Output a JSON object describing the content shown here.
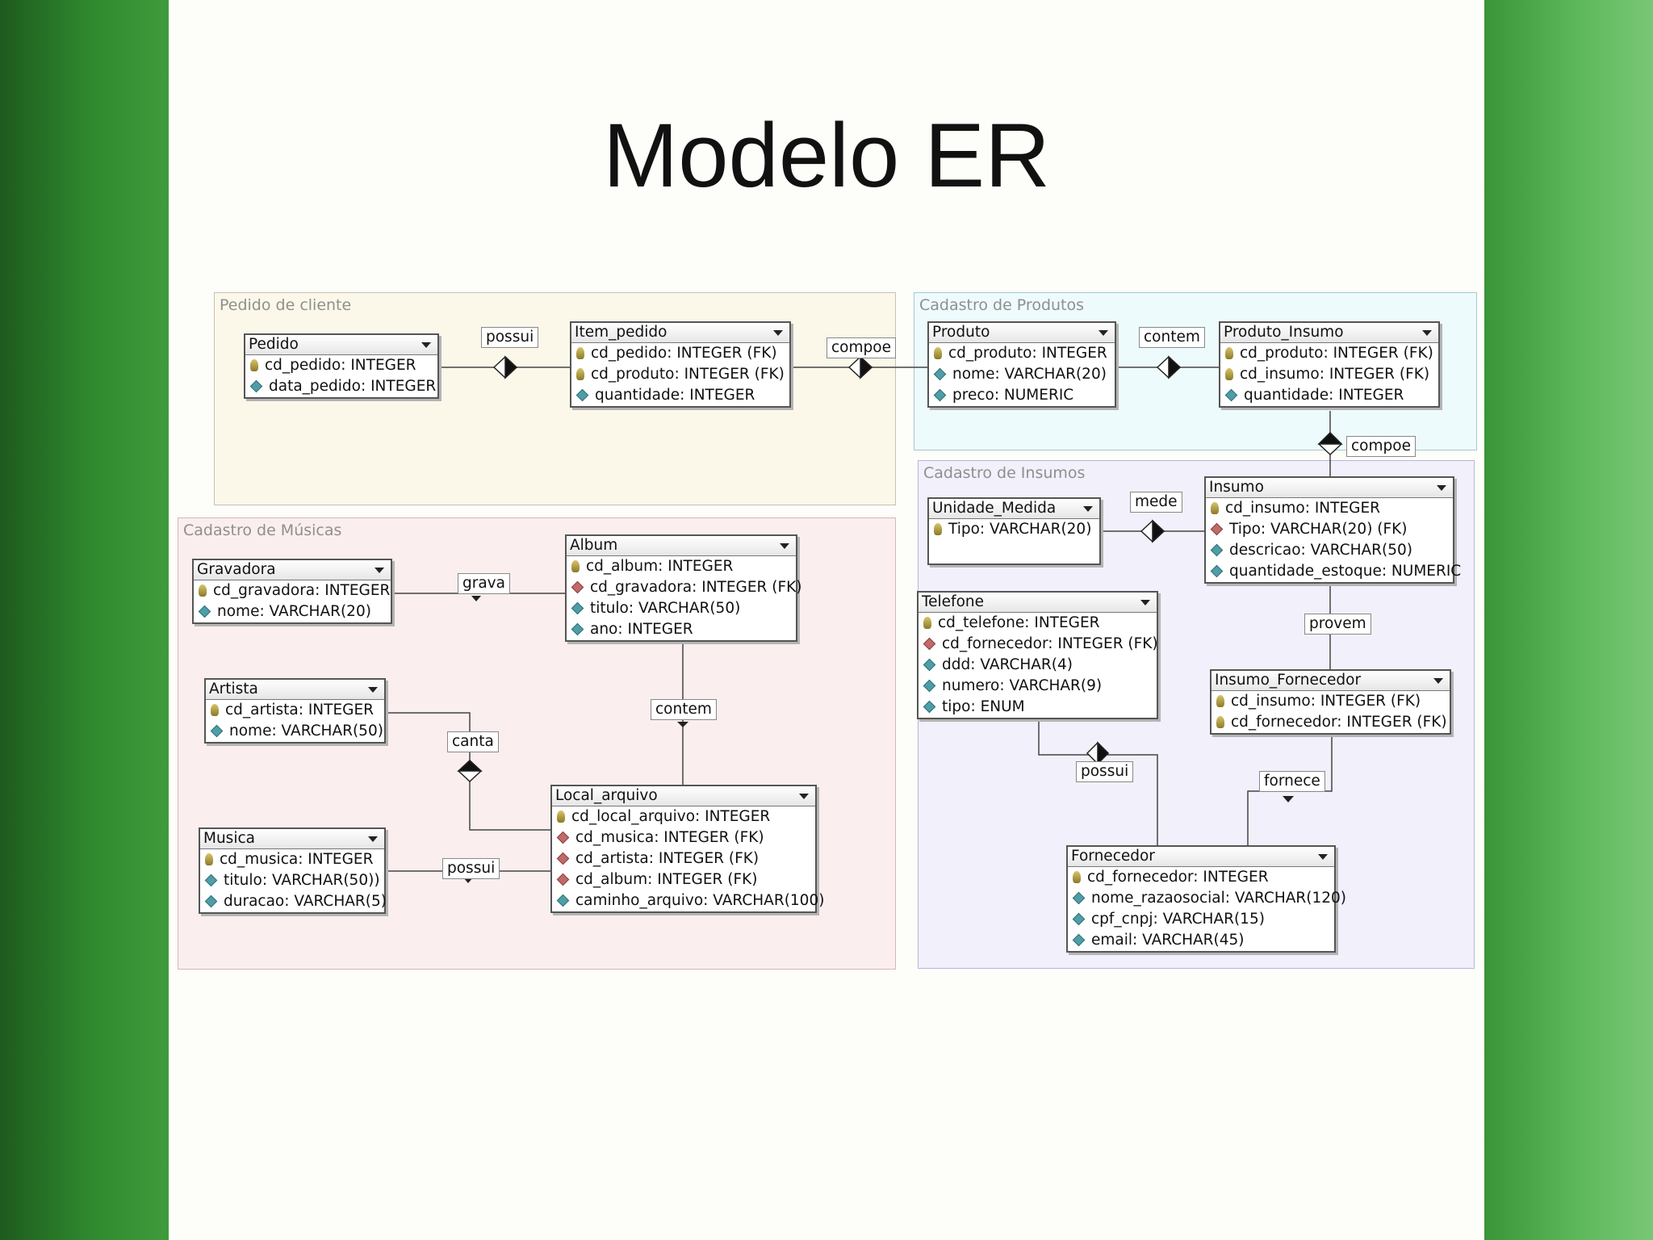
{
  "title": "Modelo ER",
  "regions": {
    "pedido": "Pedido de cliente",
    "produtos": "Cadastro de Produtos",
    "insumos": "Cadastro de Insumos",
    "musicas": "Cadastro de Músicas"
  },
  "entities": {
    "pedido": {
      "name": "Pedido",
      "fields": [
        {
          "text": "cd_pedido: INTEGER",
          "icon": "key"
        },
        {
          "text": "data_pedido: INTEGER",
          "icon": "attr"
        }
      ]
    },
    "item_pedido": {
      "name": "Item_pedido",
      "fields": [
        {
          "text": "cd_pedido: INTEGER (FK)",
          "icon": "key"
        },
        {
          "text": "cd_produto: INTEGER (FK)",
          "icon": "key"
        },
        {
          "text": "quantidade: INTEGER",
          "icon": "attr"
        }
      ]
    },
    "produto": {
      "name": "Produto",
      "fields": [
        {
          "text": "cd_produto: INTEGER",
          "icon": "key"
        },
        {
          "text": "nome: VARCHAR(20)",
          "icon": "attr"
        },
        {
          "text": "preco: NUMERIC",
          "icon": "attr"
        }
      ]
    },
    "produto_insumo": {
      "name": "Produto_Insumo",
      "fields": [
        {
          "text": "cd_produto: INTEGER (FK)",
          "icon": "key"
        },
        {
          "text": "cd_insumo: INTEGER (FK)",
          "icon": "key"
        },
        {
          "text": "quantidade: INTEGER",
          "icon": "attr"
        }
      ]
    },
    "unidade_medida": {
      "name": "Unidade_Medida",
      "fields": [
        {
          "text": "Tipo: VARCHAR(20)",
          "icon": "key"
        }
      ]
    },
    "insumo": {
      "name": "Insumo",
      "fields": [
        {
          "text": "cd_insumo: INTEGER",
          "icon": "key"
        },
        {
          "text": "Tipo: VARCHAR(20) (FK)",
          "icon": "fk"
        },
        {
          "text": "descricao: VARCHAR(50)",
          "icon": "attr"
        },
        {
          "text": "quantidade_estoque: NUMERIC",
          "icon": "attr"
        }
      ]
    },
    "telefone": {
      "name": "Telefone",
      "fields": [
        {
          "text": "cd_telefone: INTEGER",
          "icon": "key"
        },
        {
          "text": "cd_fornecedor: INTEGER (FK)",
          "icon": "fk"
        },
        {
          "text": "ddd: VARCHAR(4)",
          "icon": "attr"
        },
        {
          "text": "numero: VARCHAR(9)",
          "icon": "attr"
        },
        {
          "text": "tipo: ENUM",
          "icon": "attr"
        }
      ]
    },
    "insumo_fornecedor": {
      "name": "Insumo_Fornecedor",
      "fields": [
        {
          "text": "cd_insumo: INTEGER (FK)",
          "icon": "key"
        },
        {
          "text": "cd_fornecedor: INTEGER (FK)",
          "icon": "key"
        }
      ]
    },
    "fornecedor": {
      "name": "Fornecedor",
      "fields": [
        {
          "text": "cd_fornecedor: INTEGER",
          "icon": "key"
        },
        {
          "text": "nome_razaosocial: VARCHAR(120)",
          "icon": "attr"
        },
        {
          "text": "cpf_cnpj: VARCHAR(15)",
          "icon": "attr"
        },
        {
          "text": "email: VARCHAR(45)",
          "icon": "attr"
        }
      ]
    },
    "gravadora": {
      "name": "Gravadora",
      "fields": [
        {
          "text": "cd_gravadora: INTEGER",
          "icon": "key"
        },
        {
          "text": "nome: VARCHAR(20)",
          "icon": "attr"
        }
      ]
    },
    "album": {
      "name": "Album",
      "fields": [
        {
          "text": "cd_album: INTEGER",
          "icon": "key"
        },
        {
          "text": "cd_gravadora: INTEGER (FK)",
          "icon": "fk"
        },
        {
          "text": "titulo: VARCHAR(50)",
          "icon": "attr"
        },
        {
          "text": "ano: INTEGER",
          "icon": "attr"
        }
      ]
    },
    "artista": {
      "name": "Artista",
      "fields": [
        {
          "text": "cd_artista: INTEGER",
          "icon": "key"
        },
        {
          "text": "nome: VARCHAR(50)",
          "icon": "attr"
        }
      ]
    },
    "musica": {
      "name": "Musica",
      "fields": [
        {
          "text": "cd_musica: INTEGER",
          "icon": "key"
        },
        {
          "text": "titulo: VARCHAR(50))",
          "icon": "attr"
        },
        {
          "text": "duracao: VARCHAR(5)",
          "icon": "attr"
        }
      ]
    },
    "local_arquivo": {
      "name": "Local_arquivo",
      "fields": [
        {
          "text": "cd_local_arquivo: INTEGER",
          "icon": "key"
        },
        {
          "text": "cd_musica: INTEGER (FK)",
          "icon": "fk"
        },
        {
          "text": "cd_artista: INTEGER (FK)",
          "icon": "fk"
        },
        {
          "text": "cd_album: INTEGER (FK)",
          "icon": "fk"
        },
        {
          "text": "caminho_arquivo: VARCHAR(100)",
          "icon": "attr"
        }
      ]
    }
  },
  "relationships": {
    "possui_pedido": "possui",
    "compoe_item": "compoe",
    "contem_produto": "contem",
    "compoe_insumo": "compoe",
    "mede": "mede",
    "provem": "provem",
    "possui_telefone": "possui",
    "fornece": "fornece",
    "grava": "grava",
    "contem_album": "contem",
    "canta": "canta",
    "possui_musica": "possui"
  },
  "colors": {
    "pedido_bg": "#fbf8ea",
    "produtos_bg": "#eefbfd",
    "insumos_bg": "#f1f0fb",
    "musicas_bg": "#fbeeee"
  }
}
